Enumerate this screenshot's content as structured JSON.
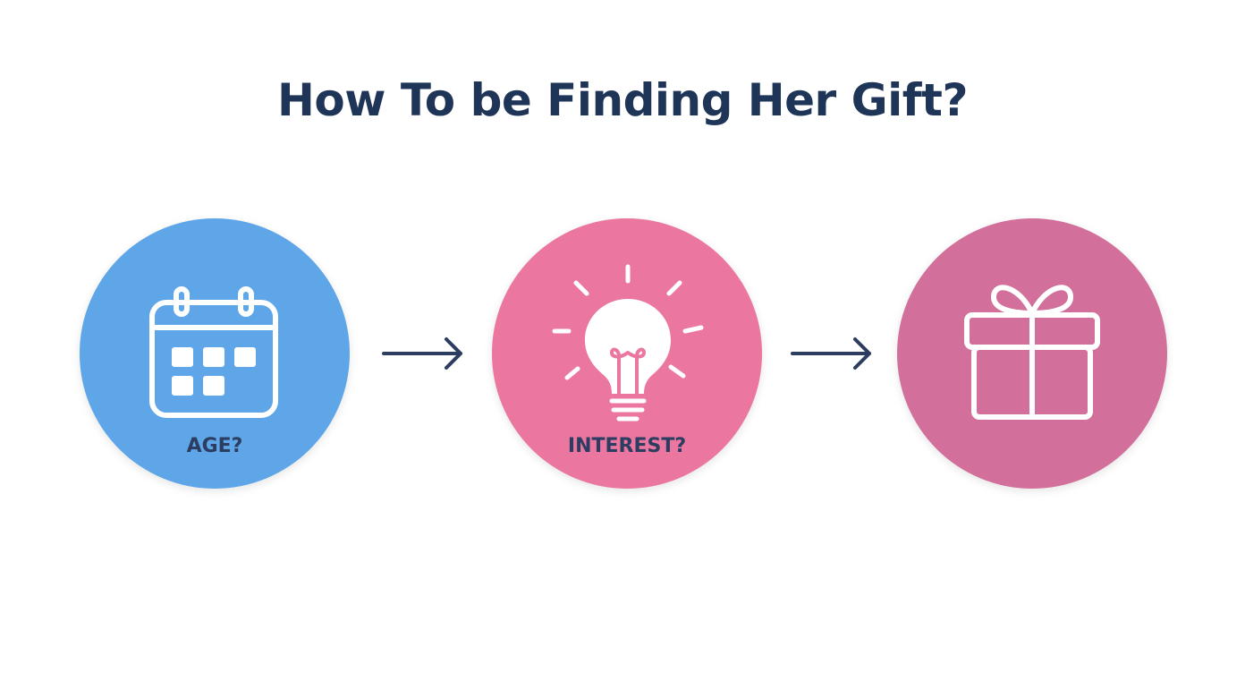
{
  "title": "How To be Finding Her Gift?",
  "steps": [
    {
      "label": "AGE?",
      "icon": "calendar-icon",
      "color": "#5ea6e8"
    },
    {
      "label": "INTEREST?",
      "icon": "lightbulb-icon",
      "color": "#eb77a0"
    },
    {
      "label": "",
      "icon": "gift-icon",
      "color": "#d26f9b"
    }
  ],
  "colors": {
    "title": "#1f3558",
    "arrow": "#2c3d61",
    "icon_stroke": "#ffffff"
  }
}
